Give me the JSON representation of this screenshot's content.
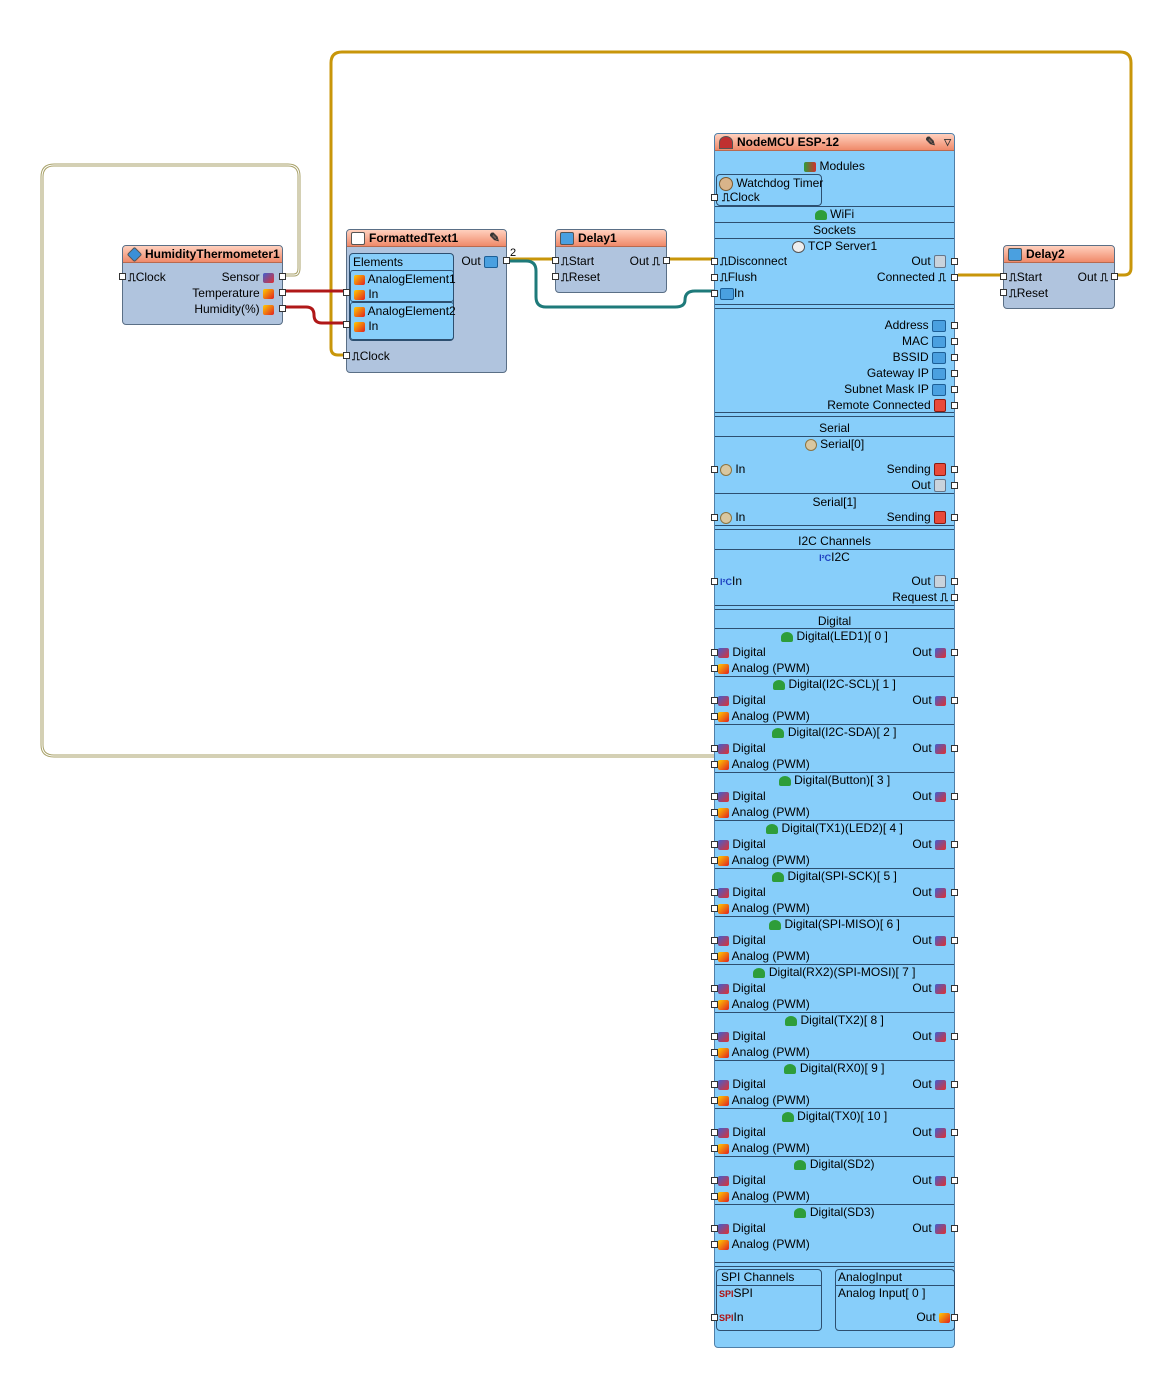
{
  "humidity_thermometer": {
    "title": "HumidityThermometer1",
    "clock": "Clock",
    "sensor": "Sensor",
    "temperature": "Temperature",
    "humidity": "Humidity(%)"
  },
  "formatted_text": {
    "title": "FormattedText1",
    "elements": "Elements",
    "element1": "AnalogElement1",
    "element1_in": "In",
    "element2": "AnalogElement2",
    "element2_in": "In",
    "out": "Out",
    "clock": "Clock",
    "wire_count": "2"
  },
  "delay1": {
    "title": "Delay1",
    "start": "Start",
    "reset": "Reset",
    "out": "Out"
  },
  "delay2": {
    "title": "Delay2",
    "start": "Start",
    "reset": "Reset",
    "out": "Out"
  },
  "nodemcu": {
    "title": "NodeMCU ESP-12",
    "modules": "Modules",
    "watchdog": "Watchdog Timer",
    "watchdog_clock": "Clock",
    "wifi": "WiFi",
    "sockets": "Sockets",
    "tcp_server": "TCP Server1",
    "disconnect": "Disconnect",
    "flush": "Flush",
    "in": "In",
    "out": "Out",
    "connected": "Connected",
    "wifi_outputs": [
      "Address",
      "MAC",
      "BSSID",
      "Gateway IP",
      "Subnet Mask IP",
      "Remote Connected"
    ],
    "serial": "Serial",
    "serial0": "Serial[0]",
    "serial1": "Serial[1]",
    "sending": "Sending",
    "i2c_channels": "I2C Channels",
    "i2c": "I2C",
    "request": "Request",
    "digital_header": "Digital",
    "digital_in": "Digital",
    "analog_in": "Analog (PWM)",
    "digital_channels": [
      "Digital(LED1)[ 0 ]",
      "Digital(I2C-SCL)[ 1 ]",
      "Digital(I2C-SDA)[ 2 ]",
      "Digital(Button)[ 3 ]",
      "Digital(TX1)(LED2)[ 4 ]",
      "Digital(SPI-SCK)[ 5 ]",
      "Digital(SPI-MISO)[ 6 ]",
      "Digital(RX2)(SPI-MOSI)[ 7 ]",
      "Digital(TX2)[ 8 ]",
      "Digital(RX0)[ 9 ]",
      "Digital(TX0)[ 10 ]",
      "Digital(SD2)",
      "Digital(SD3)"
    ],
    "spi_channels": "SPI Channels",
    "spi": "SPI",
    "analog_input": "AnalogInput",
    "analog_input0": "Analog Input[ 0 ]"
  },
  "wire_colors": {
    "clock": "#c8960a",
    "analog": "#b01818",
    "text": "#1e7a7a",
    "digital_loop": "#a9a26a"
  }
}
